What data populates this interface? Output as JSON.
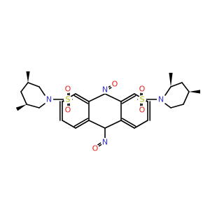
{
  "molecule": {
    "atoms": {
      "nitroso_n_top": "N",
      "nitroso_o_top": "O",
      "nitroso_n_bottom": "N",
      "nitroso_o_bottom": "O",
      "sulfur_left": "S",
      "sulfonyl_o_left_top": "O",
      "sulfonyl_o_left_bottom": "O",
      "piperidine_n_left": "N",
      "sulfur_right": "S",
      "sulfonyl_o_right_top": "O",
      "sulfonyl_o_right_bottom": "O",
      "piperidine_n_right": "N"
    }
  },
  "colors": {
    "bond": "#000000",
    "nitrogen": "#2e2ef0",
    "oxygen": "#ee1c1c",
    "sulfur": "#b5b500",
    "background": "#ffffff"
  }
}
